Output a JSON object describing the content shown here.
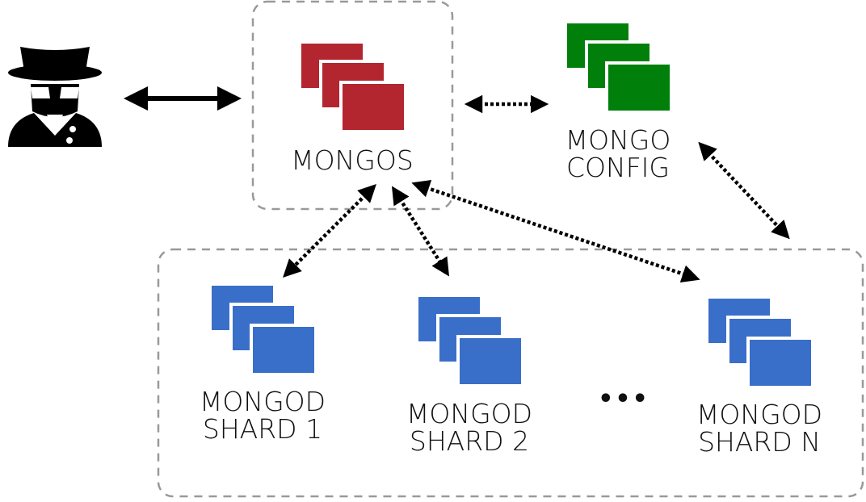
{
  "colors": {
    "mongos": "#b3262f",
    "config": "#00800a",
    "shard": "#3a6fc9",
    "outline": "#999999",
    "arrow": "#000000"
  },
  "icons": {
    "client": "spy-user-icon",
    "mongos": "stacked-windows-icon",
    "config": "stacked-windows-icon",
    "shard": "stacked-windows-icon"
  },
  "mongos": {
    "label": "MONGOS"
  },
  "config": {
    "line1": "MONGO",
    "line2": "CONFIG"
  },
  "shards": [
    {
      "line1": "MONGOD",
      "line2": "SHARD 1"
    },
    {
      "line1": "MONGOD",
      "line2": "SHARD 2"
    },
    {
      "line1": "MONGOD",
      "line2": "SHARD N"
    }
  ],
  "ellipsis": "•••"
}
